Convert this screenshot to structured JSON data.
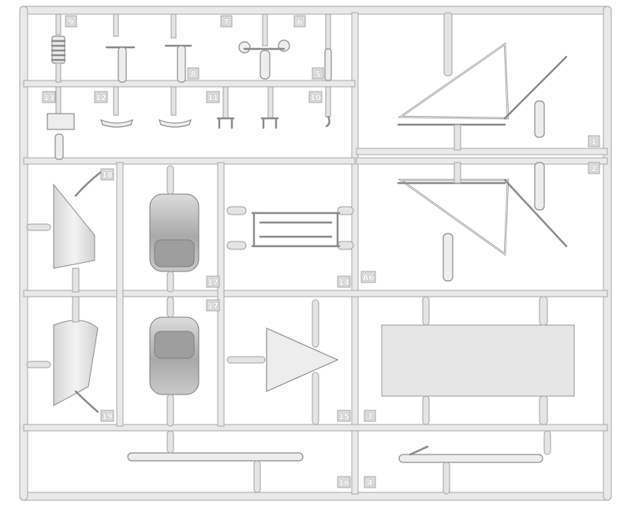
{
  "sprue": {
    "frame_color": "#e9e9e9",
    "part_color": "#ededed",
    "tags": {
      "t1": "1",
      "t2": "2",
      "t3": "3",
      "t4": "4",
      "t5": "5",
      "t6": "6",
      "t7": "7",
      "t8": "8",
      "t9": "9",
      "t10": "10",
      "t11": "11",
      "t12": "12",
      "t13": "13",
      "t14": "14",
      "t15": "15",
      "t16": "16",
      "t17a": "17",
      "t17b": "17",
      "t18": "18",
      "t19": "19",
      "ta6": "A6"
    }
  }
}
